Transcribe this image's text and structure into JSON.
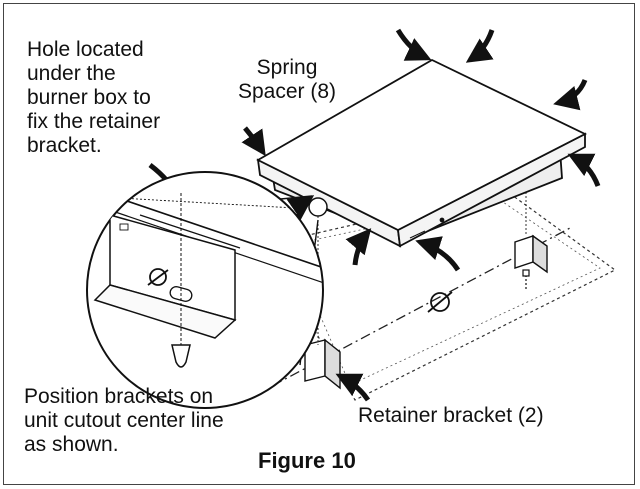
{
  "labels": {
    "hole_note": [
      "Hole located",
      "under the",
      "burner box to",
      "fix the retainer",
      "bracket."
    ],
    "spring_spacer": [
      "Spring",
      "Spacer (8)"
    ],
    "position_note": [
      "Position brackets on",
      "unit cutout center line",
      "as shown."
    ],
    "retainer_bracket": "Retainer bracket (2)",
    "figure_title": "Figure 10"
  }
}
